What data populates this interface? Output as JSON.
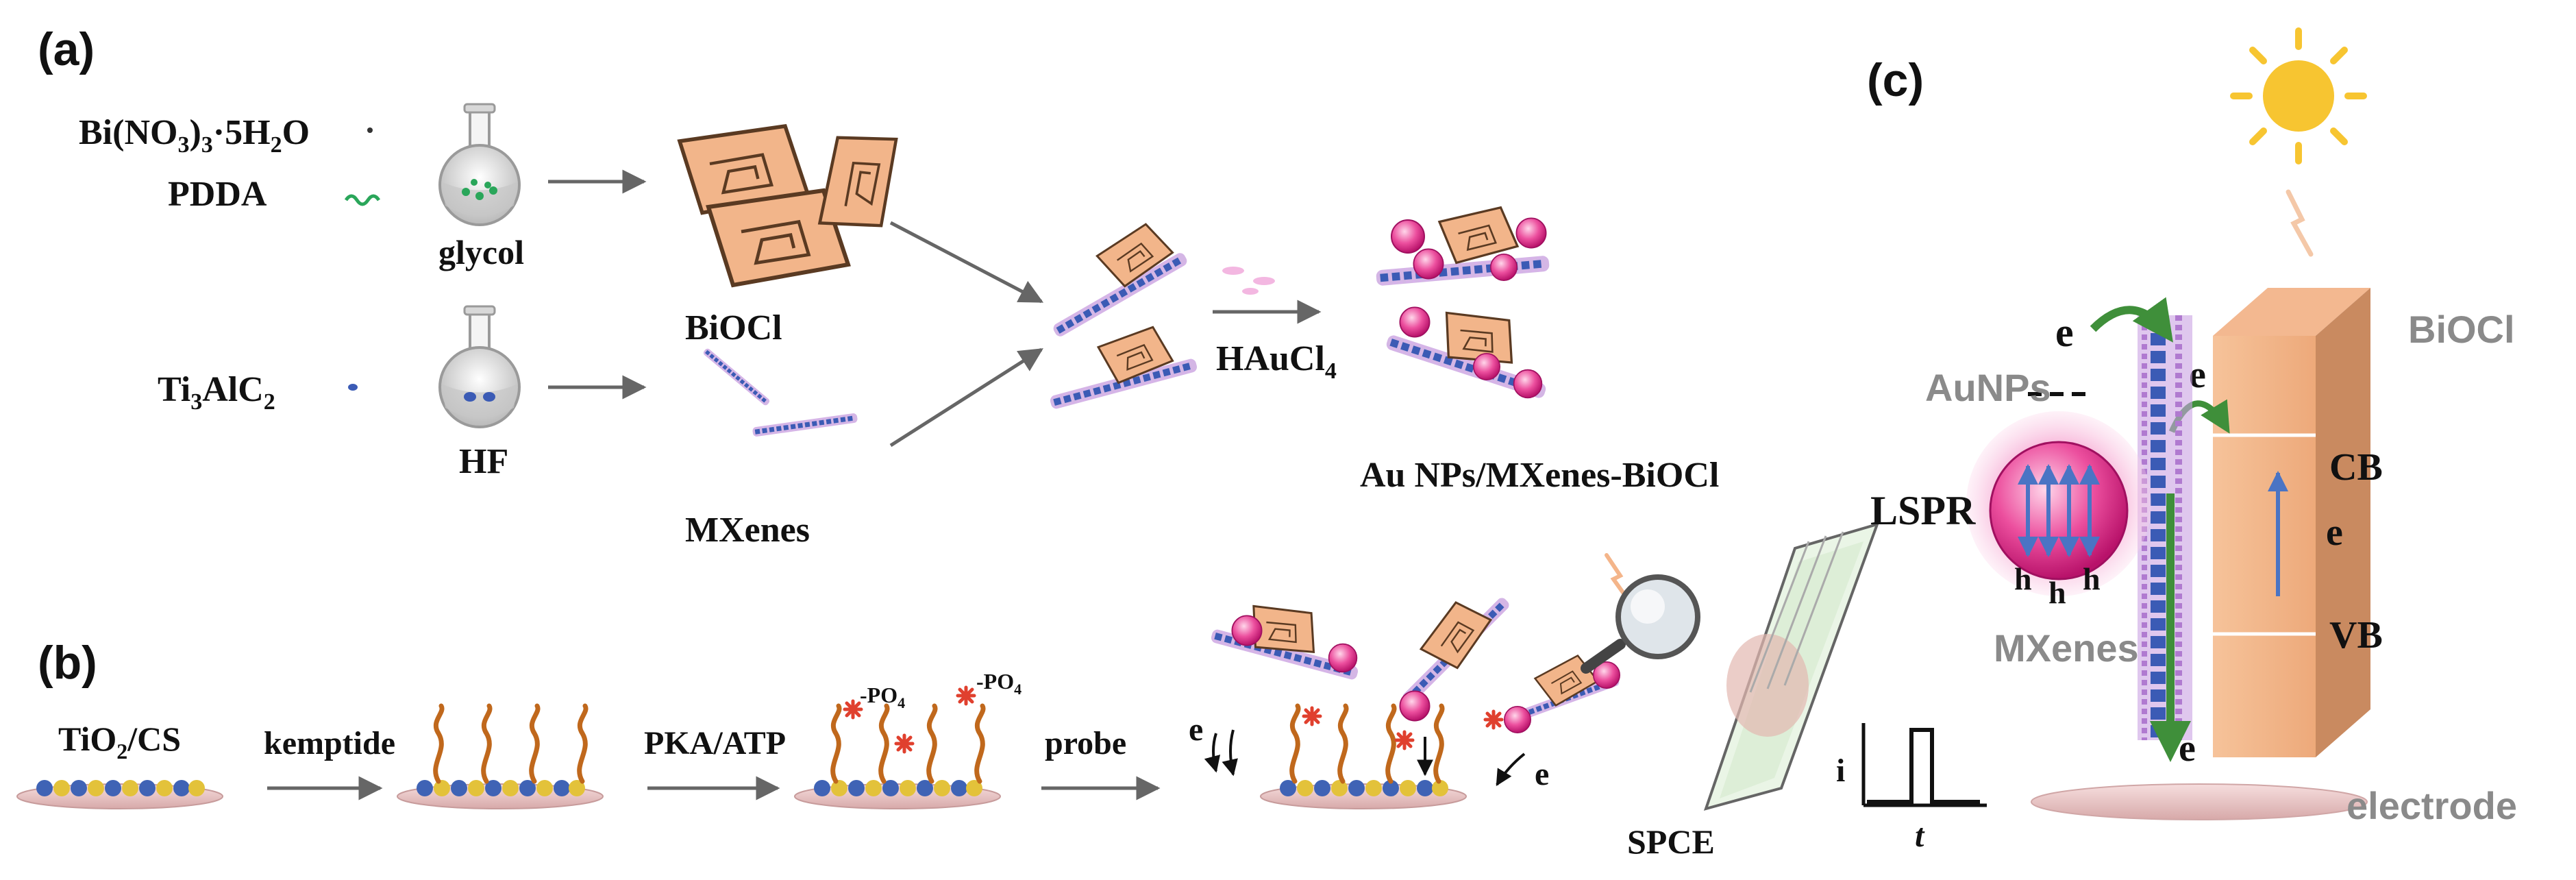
{
  "panels": {
    "a": "(a)",
    "b": "(b)",
    "c": "(c)"
  },
  "panel_a": {
    "reagent_bi": "Bi(NO",
    "reagent_bi_sub1": "3",
    "reagent_bi_mid": ")",
    "reagent_bi_sub2": "3",
    "reagent_bi_tail": "·5H",
    "reagent_bi_sub3": "2",
    "reagent_bi_end": "O",
    "reagent_pdda": "PDDA",
    "solvent_top": "glycol",
    "product_top": "BiOCl",
    "reagent_ti": "Ti",
    "reagent_ti_sub1": "3",
    "reagent_ti_mid": "AlC",
    "reagent_ti_sub2": "2",
    "solvent_bottom": "HF",
    "product_bottom": "MXenes",
    "reagent_au": "HAuCl",
    "reagent_au_sub": "4",
    "final_product": "Au NPs/MXenes-BiOCl"
  },
  "panel_b": {
    "substrate": "TiO",
    "substrate_sub": "2",
    "substrate_tail": "/CS",
    "step1": "kemptide",
    "step2": "PKA/ATP",
    "step3": "probe",
    "phosphate": "-PO",
    "phosphate_sub": "4",
    "electron": "e",
    "electrode": "SPCE",
    "current_axis": "i",
    "time_axis": "t"
  },
  "panel_c": {
    "aunps": "AuNPs",
    "biocl": "BiOCl",
    "lspr": "LSPR",
    "cb": "CB",
    "vb": "VB",
    "mxenes": "MXenes",
    "electrode": "electrode",
    "electron": "e",
    "hole": "h"
  },
  "colors": {
    "biocl_sheet": "#f2b58a",
    "biocl_stroke": "#5a3a22",
    "mxene_blue": "#3b5bb5",
    "mxene_purple": "#b07ad0",
    "gold_np": "#ec4f9e",
    "arrow_grey": "#666666",
    "arrow_green": "#3f8f3a",
    "sun": "#f7c531",
    "substrate": "#e8c4c4",
    "peptide": "#c0681c",
    "phosphate": "#e0402e"
  }
}
